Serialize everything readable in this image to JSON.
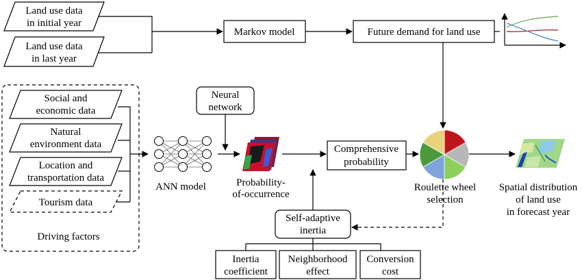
{
  "inputs": {
    "initial_year": [
      "Land use data",
      "in initial year"
    ],
    "last_year": [
      "Land use data",
      "in last year"
    ]
  },
  "markov": "Markov model",
  "demand": "Future demand for land use",
  "driving_factors": {
    "items": [
      [
        "Social and",
        "economic data"
      ],
      [
        "Natural",
        "environment data"
      ],
      [
        "Location and",
        "transportation data"
      ],
      [
        "Tourism data"
      ]
    ],
    "caption": "Driving factors"
  },
  "neural_network": [
    "Neural",
    "network"
  ],
  "ann_label": "ANN model",
  "probability": [
    "Probability-",
    "of-occurrence"
  ],
  "comprehensive": [
    "Comprehensive",
    "probability"
  ],
  "roulette": [
    "Roulette wheel",
    "selection"
  ],
  "spatial": [
    "Spatial distribution",
    "of land use",
    "in forecast year"
  ],
  "self_adaptive": [
    "Self-adaptive",
    "inertia"
  ],
  "inertia_factors": [
    [
      "Inertia",
      "coefficient"
    ],
    [
      "Neighborhood",
      "effect"
    ],
    [
      "Conversion",
      "cost"
    ]
  ],
  "colors": {
    "pie": [
      "#c0141c",
      "#b7b7b7",
      "#8ccf5a",
      "#7fa4dc",
      "#4d9a3b",
      "#e8d27c"
    ],
    "trend": [
      "#7cb26a",
      "#a33a3a",
      "#4b8fb8"
    ]
  }
}
